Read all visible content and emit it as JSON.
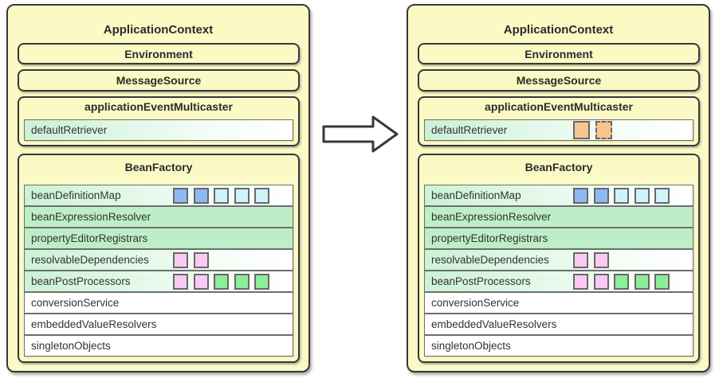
{
  "colors": {
    "panel_bg": "#FBFAC5",
    "panel_border": "#383838",
    "row_border": "#6E6E6E",
    "row_solid_green": "#BEEEC7",
    "row_gradient_green_start": "#CBF2D6",
    "chip_blue": "#8CBAF1",
    "chip_cyan": "#CEF4FA",
    "chip_pink": "#FBCAF3",
    "chip_green": "#8DED9B",
    "chip_orange": "#F9C58F",
    "text": "#333333"
  },
  "arrow": {
    "name": "right-block-arrow"
  },
  "panels": [
    {
      "title": "ApplicationContext",
      "environment": "Environment",
      "message_source": "MessageSource",
      "multicaster": {
        "title": "applicationEventMulticaster",
        "default_retriever": {
          "label": "defaultRetriever",
          "bg": "gradient",
          "chips": []
        }
      },
      "bean_factory": {
        "title": "BeanFactory",
        "rows": [
          {
            "label": "beanDefinitionMap",
            "bg": "gradient",
            "chips": [
              {
                "fill": "#8CBAF1",
                "name": "bean-definition-chip-blue"
              },
              {
                "fill": "#8CBAF1",
                "name": "bean-definition-chip-blue"
              },
              {
                "fill": "#CEF4FA",
                "name": "bean-definition-chip-cyan"
              },
              {
                "fill": "#CEF4FA",
                "name": "bean-definition-chip-cyan"
              },
              {
                "fill": "#CEF4FA",
                "name": "bean-definition-chip-cyan"
              }
            ]
          },
          {
            "label": "beanExpressionResolver",
            "bg": "solid",
            "chips": []
          },
          {
            "label": "propertyEditorRegistrars",
            "bg": "solid",
            "chips": []
          },
          {
            "label": "resolvableDependencies",
            "bg": "gradient",
            "chips": [
              {
                "fill": "#FBCAF3",
                "name": "dependency-chip-pink"
              },
              {
                "fill": "#FBCAF3",
                "name": "dependency-chip-pink"
              }
            ]
          },
          {
            "label": "beanPostProcessors",
            "bg": "gradient",
            "chips": [
              {
                "fill": "#FBCAF3",
                "name": "post-processor-chip-pink"
              },
              {
                "fill": "#FBCAF3",
                "name": "post-processor-chip-pink"
              },
              {
                "fill": "#8DED9B",
                "name": "post-processor-chip-green"
              },
              {
                "fill": "#8DED9B",
                "name": "post-processor-chip-green"
              },
              {
                "fill": "#8DED9B",
                "name": "post-processor-chip-green"
              }
            ]
          },
          {
            "label": "conversionService",
            "bg": "white",
            "chips": []
          },
          {
            "label": "embeddedValueResolvers",
            "bg": "white",
            "chips": []
          },
          {
            "label": "singletonObjects",
            "bg": "white",
            "chips": []
          }
        ]
      }
    },
    {
      "title": "ApplicationContext",
      "environment": "Environment",
      "message_source": "MessageSource",
      "multicaster": {
        "title": "applicationEventMulticaster",
        "default_retriever": {
          "label": "defaultRetriever",
          "bg": "gradient",
          "chips": [
            {
              "fill": "#F9C58F",
              "large": true,
              "name": "listener-chip-orange"
            },
            {
              "fill": "#F9C58F",
              "large": true,
              "dashed": true,
              "name": "listener-chip-orange-dashed"
            }
          ]
        }
      },
      "bean_factory": {
        "title": "BeanFactory",
        "rows": [
          {
            "label": "beanDefinitionMap",
            "bg": "gradient",
            "chips": [
              {
                "fill": "#8CBAF1",
                "name": "bean-definition-chip-blue"
              },
              {
                "fill": "#8CBAF1",
                "name": "bean-definition-chip-blue"
              },
              {
                "fill": "#CEF4FA",
                "name": "bean-definition-chip-cyan"
              },
              {
                "fill": "#CEF4FA",
                "name": "bean-definition-chip-cyan"
              },
              {
                "fill": "#CEF4FA",
                "name": "bean-definition-chip-cyan"
              }
            ]
          },
          {
            "label": "beanExpressionResolver",
            "bg": "solid",
            "chips": []
          },
          {
            "label": "propertyEditorRegistrars",
            "bg": "solid",
            "chips": []
          },
          {
            "label": "resolvableDependencies",
            "bg": "gradient",
            "chips": [
              {
                "fill": "#FBCAF3",
                "name": "dependency-chip-pink"
              },
              {
                "fill": "#FBCAF3",
                "name": "dependency-chip-pink"
              }
            ]
          },
          {
            "label": "beanPostProcessors",
            "bg": "gradient",
            "chips": [
              {
                "fill": "#FBCAF3",
                "name": "post-processor-chip-pink"
              },
              {
                "fill": "#FBCAF3",
                "name": "post-processor-chip-pink"
              },
              {
                "fill": "#8DED9B",
                "name": "post-processor-chip-green"
              },
              {
                "fill": "#8DED9B",
                "name": "post-processor-chip-green"
              },
              {
                "fill": "#8DED9B",
                "name": "post-processor-chip-green"
              }
            ]
          },
          {
            "label": "conversionService",
            "bg": "white",
            "chips": []
          },
          {
            "label": "embeddedValueResolvers",
            "bg": "white",
            "chips": []
          },
          {
            "label": "singletonObjects",
            "bg": "white",
            "chips": []
          }
        ]
      }
    }
  ]
}
